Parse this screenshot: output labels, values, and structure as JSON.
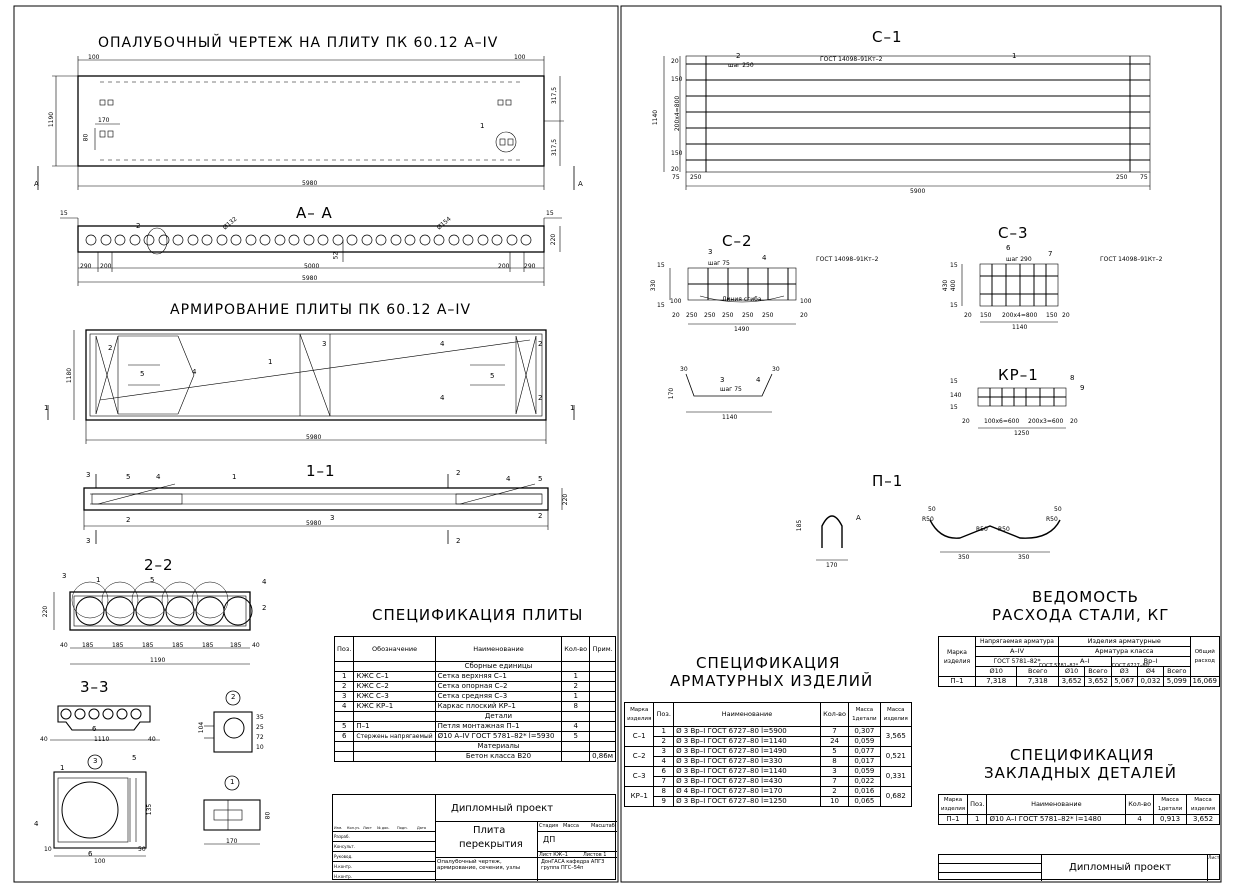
{
  "left_sheet": {
    "formwork_title": "ОПАЛУБОЧНЫЙ ЧЕРТЕЖ НА ПЛИТУ ПК 60.12 А–IV",
    "section_aa_title": "А– А",
    "reinforcement_title": "АРМИРОВАНИЕ ПЛИТЫ ПК 60.12 А–IV",
    "section_11_title": "1–1",
    "section_22_title": "2–2",
    "section_33_title": "3–3",
    "node_2": "2",
    "node_3": "3",
    "node_1": "1",
    "dims": {
      "plan_width": "1190",
      "plan_length": "5980",
      "plan_edge_left": "100",
      "plan_edge_right": "100",
      "plan_side_a": "317,5",
      "plan_side_b": "317,5",
      "plan_hole_w": "170",
      "plan_hole_h": "80",
      "aa_top_l": "15",
      "aa_top_r": "15",
      "aa_h": "220",
      "aa_mid": "52",
      "aa_left": "290",
      "aa_left2": "200",
      "aa_span": "5000",
      "aa_right2": "200",
      "aa_right": "290",
      "aa_total": "5980",
      "aa_dia_1": "Ø132",
      "aa_dia_2": "Ø154",
      "rf_width": "1180",
      "rf_length": "5980",
      "s11_h": "220",
      "s11_length": "5980",
      "s22_h": "220",
      "s22_total": "1190",
      "s22_seg": [
        "40",
        "185",
        "185",
        "185",
        "185",
        "185",
        "185",
        "40"
      ],
      "s33_total": "1110",
      "s33_l": "40",
      "s33_r": "40",
      "n2_104": "104",
      "n2_25": "25",
      "n2_10": "10",
      "n2_72": "72",
      "n2_35": "35",
      "n3_100": "100",
      "n3_135": "135",
      "n3_10": "10",
      "n3_50": "50",
      "n1_170": "170",
      "n1_80": "80"
    },
    "callouts": [
      "1",
      "2",
      "3",
      "4",
      "5",
      "А",
      "6"
    ],
    "plate_spec": {
      "title": "СПЕЦИФИКАЦИЯ ПЛИТЫ",
      "headers": [
        "Поз.",
        "Обозначение",
        "Наименование",
        "Кол-во",
        "Прим."
      ],
      "group_assembly": "Сборные единицы",
      "group_parts": "Детали",
      "group_materials": "Материалы",
      "rows_assembly": [
        [
          "1",
          "КЖС С–1",
          "Сетка верхняя С–1",
          "1",
          ""
        ],
        [
          "2",
          "КЖС С–2",
          "Сетка опорная С–2",
          "2",
          ""
        ],
        [
          "3",
          "КЖС С–3",
          "Сетка средняя С–3",
          "1",
          ""
        ],
        [
          "4",
          "КЖС КР–1",
          "Каркас плоский КР–1",
          "8",
          ""
        ]
      ],
      "rows_parts": [
        [
          "5",
          "П–1",
          "Петля монтажная П–1",
          "4",
          ""
        ],
        [
          "6",
          "Стержень напрягаемый",
          "Ø10 А–IV ГОСТ 5781–82* l=5930",
          "5",
          ""
        ]
      ],
      "rows_materials": [
        [
          "",
          "",
          "Бетон класса В20",
          "",
          "0,86м"
        ]
      ]
    },
    "stamp": {
      "project": "Дипломный проект",
      "name_line1": "Плита",
      "name_line2": "перекрытия",
      "stage_h": "Стадия",
      "mass_h": "Масса",
      "scale_h": "Масштаб",
      "stage": "ДП",
      "sheet_h": "Лист КЖ–1",
      "sheets_h": "Листов 1",
      "content": "Опалубочный чертеж, армирование, сечения, узлы",
      "org": "ДонГАСА кафедра АПГЗ группа ПГС–54п",
      "roles": [
        "Изм.",
        "Кол.уч.",
        "Лист",
        "№ док.",
        "Подп.",
        "Дата"
      ],
      "people": [
        "Разраб.",
        "Консульт.",
        "Руковод.",
        "Н.контр.",
        "Н.контр."
      ]
    }
  },
  "right_sheet": {
    "c1_title": "С–1",
    "c2_title": "С–2",
    "c3_title": "С–3",
    "kp1_title": "КР–1",
    "p1_title": "П–1",
    "gost_mesh": "ГОСТ 14098–91Кт–2",
    "step_250": "шаг 250",
    "step_75": "шаг 75",
    "step_290": "шаг 290",
    "weld_line": "Линия сгиба",
    "dims": {
      "c1_total": "5900",
      "c1_h": "1140",
      "c1_side": "200х4=800",
      "c1_l1": "75",
      "c1_l2": "250",
      "c1_r1": "250",
      "c1_r2": "75",
      "c1_v": [
        "20",
        "150",
        "150",
        "20"
      ],
      "c2_total": "1490",
      "c2_h": "330",
      "c2_v": [
        "15",
        "100",
        "15"
      ],
      "c2_seg": [
        "20",
        "250",
        "250",
        "250",
        "250",
        "250",
        "100",
        "20"
      ],
      "c3_total": "1140",
      "c3_h": "430",
      "c3_v": [
        "15",
        "400",
        "15"
      ],
      "c3_seg": [
        "20",
        "150",
        "200х4=800",
        "150",
        "20"
      ],
      "bent_w": "1140",
      "bent_30a": "30",
      "bent_30b": "30",
      "bent_170": "170",
      "kp_total": "1250",
      "kp_seg": [
        "20",
        "100х6=600",
        "200х3=600",
        "20"
      ],
      "kp_v": [
        "15",
        "140",
        "15"
      ],
      "p1_h": "185",
      "p1_w": "170",
      "p1_350a": "350",
      "p1_350b": "350",
      "p1_r": [
        "R50",
        "R50",
        "R50",
        "R50"
      ],
      "p1_50a": "50",
      "p1_50b": "50"
    },
    "steel_title_1": "ВЕДОМОСТЬ",
    "steel_title_2": "РАСХОДА СТАЛИ, КГ",
    "steel_table": {
      "mark_h": "Марка изделия",
      "tensioned_h": "Напрягаемая арматура",
      "products_h": "Изделия арматурные",
      "class_h": "Арматура класса",
      "total_h": "Общий расход",
      "a4": "А–IV",
      "a1": "А–I",
      "vp1": "Вр–I",
      "gost1": "ГОСТ 5781–82*",
      "gost2": "ГОСТ 5781–82*",
      "gost3": "ГОСТ 6727–80",
      "sub": [
        "Ø10",
        "Всего",
        "Ø10",
        "Всего",
        "Ø3",
        "Ø4",
        "Всего"
      ],
      "row": [
        "П–1",
        "7,318",
        "7,318",
        "3,652",
        "3,652",
        "5,067",
        "0,032",
        "5,099",
        "16,069"
      ]
    },
    "rebar_spec_title_1": "СПЕЦИФИКАЦИЯ",
    "rebar_spec_title_2": "АРМАТУРНЫХ ИЗДЕЛИЙ",
    "rebar_spec": {
      "headers": [
        "Марка изделия",
        "Поз.",
        "Наименование",
        "Кол-во",
        "Масса 1детали",
        "Масса изделия"
      ],
      "rows": [
        [
          "С–1",
          "1",
          "Ø 3  Вр–I  ГОСТ 6727–80  l=5900",
          "7",
          "0,307",
          "3,565"
        ],
        [
          "",
          "2",
          "Ø 3  Вр–I  ГОСТ 6727–80  l=1140",
          "24",
          "0,059",
          ""
        ],
        [
          "С–2",
          "3",
          "Ø 3  Вр–I  ГОСТ 6727–80  l=1490",
          "5",
          "0,077",
          "0,521"
        ],
        [
          "",
          "4",
          "Ø 3  Вр–I  ГОСТ 6727–80  l=330",
          "8",
          "0,017",
          ""
        ],
        [
          "С–3",
          "6",
          "Ø 3  Вр–I  ГОСТ 6727–80  l=1140",
          "3",
          "0,059",
          "0,331"
        ],
        [
          "",
          "7",
          "Ø 3  Вр–I  ГОСТ 6727–80  l=430",
          "7",
          "0,022",
          ""
        ],
        [
          "КР–1",
          "8",
          "Ø 4  Вр–I  ГОСТ 6727–80  l=170",
          "2",
          "0,016",
          "0,682"
        ],
        [
          "",
          "9",
          "Ø 3  Вр–I  ГОСТ 6727–80  l=1250",
          "10",
          "0,065",
          ""
        ]
      ]
    },
    "embedded_title_1": "СПЕЦИФИКАЦИЯ",
    "embedded_title_2": "ЗАКЛАДНЫХ ДЕТАЛЕЙ",
    "embedded_spec": {
      "headers": [
        "Марка изделия",
        "Поз.",
        "Наименование",
        "Кол-во",
        "Масса 1детали",
        "Масса изделия"
      ],
      "row": [
        "П–1",
        "1",
        "Ø10  А–I  ГОСТ 5781–82*  l=1480",
        "4",
        "0,913",
        "3,652"
      ]
    },
    "stamp_project": "Дипломный проект",
    "stamp_sheet": "Лист"
  }
}
